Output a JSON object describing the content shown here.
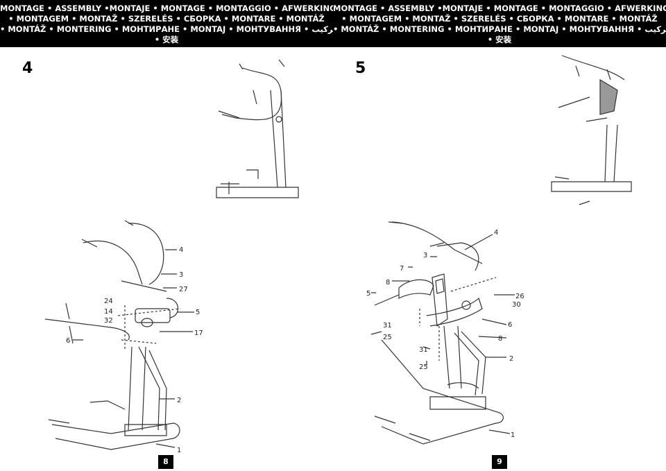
{
  "header_lines": [
    "MONTAGE • ASSEMBLY •MONTAJE • MONTAGE • MONTAGGIO • AFWERKING",
    "• MONTAGEM • MONTAŽ • SZERELÉS • СБОРКА • MONTARE • MONTÁŽ",
    "• MONTÁŽ • MONTERING • МОНТИРАНЕ • MONTAJ • МОНТУВАННЯ • التركيب",
    "• 安装"
  ],
  "left_page": {
    "step": "4",
    "page_number": "8",
    "callouts": [
      "4",
      "3",
      "27",
      "24",
      "14",
      "32",
      "5",
      "17",
      "6",
      "2",
      "1"
    ]
  },
  "right_page": {
    "step": "5",
    "page_number": "9",
    "callouts": [
      "4",
      "3",
      "7",
      "8",
      "5",
      "26",
      "30",
      "31",
      "25",
      "6",
      "8",
      "31",
      "25",
      "2",
      "1"
    ]
  }
}
